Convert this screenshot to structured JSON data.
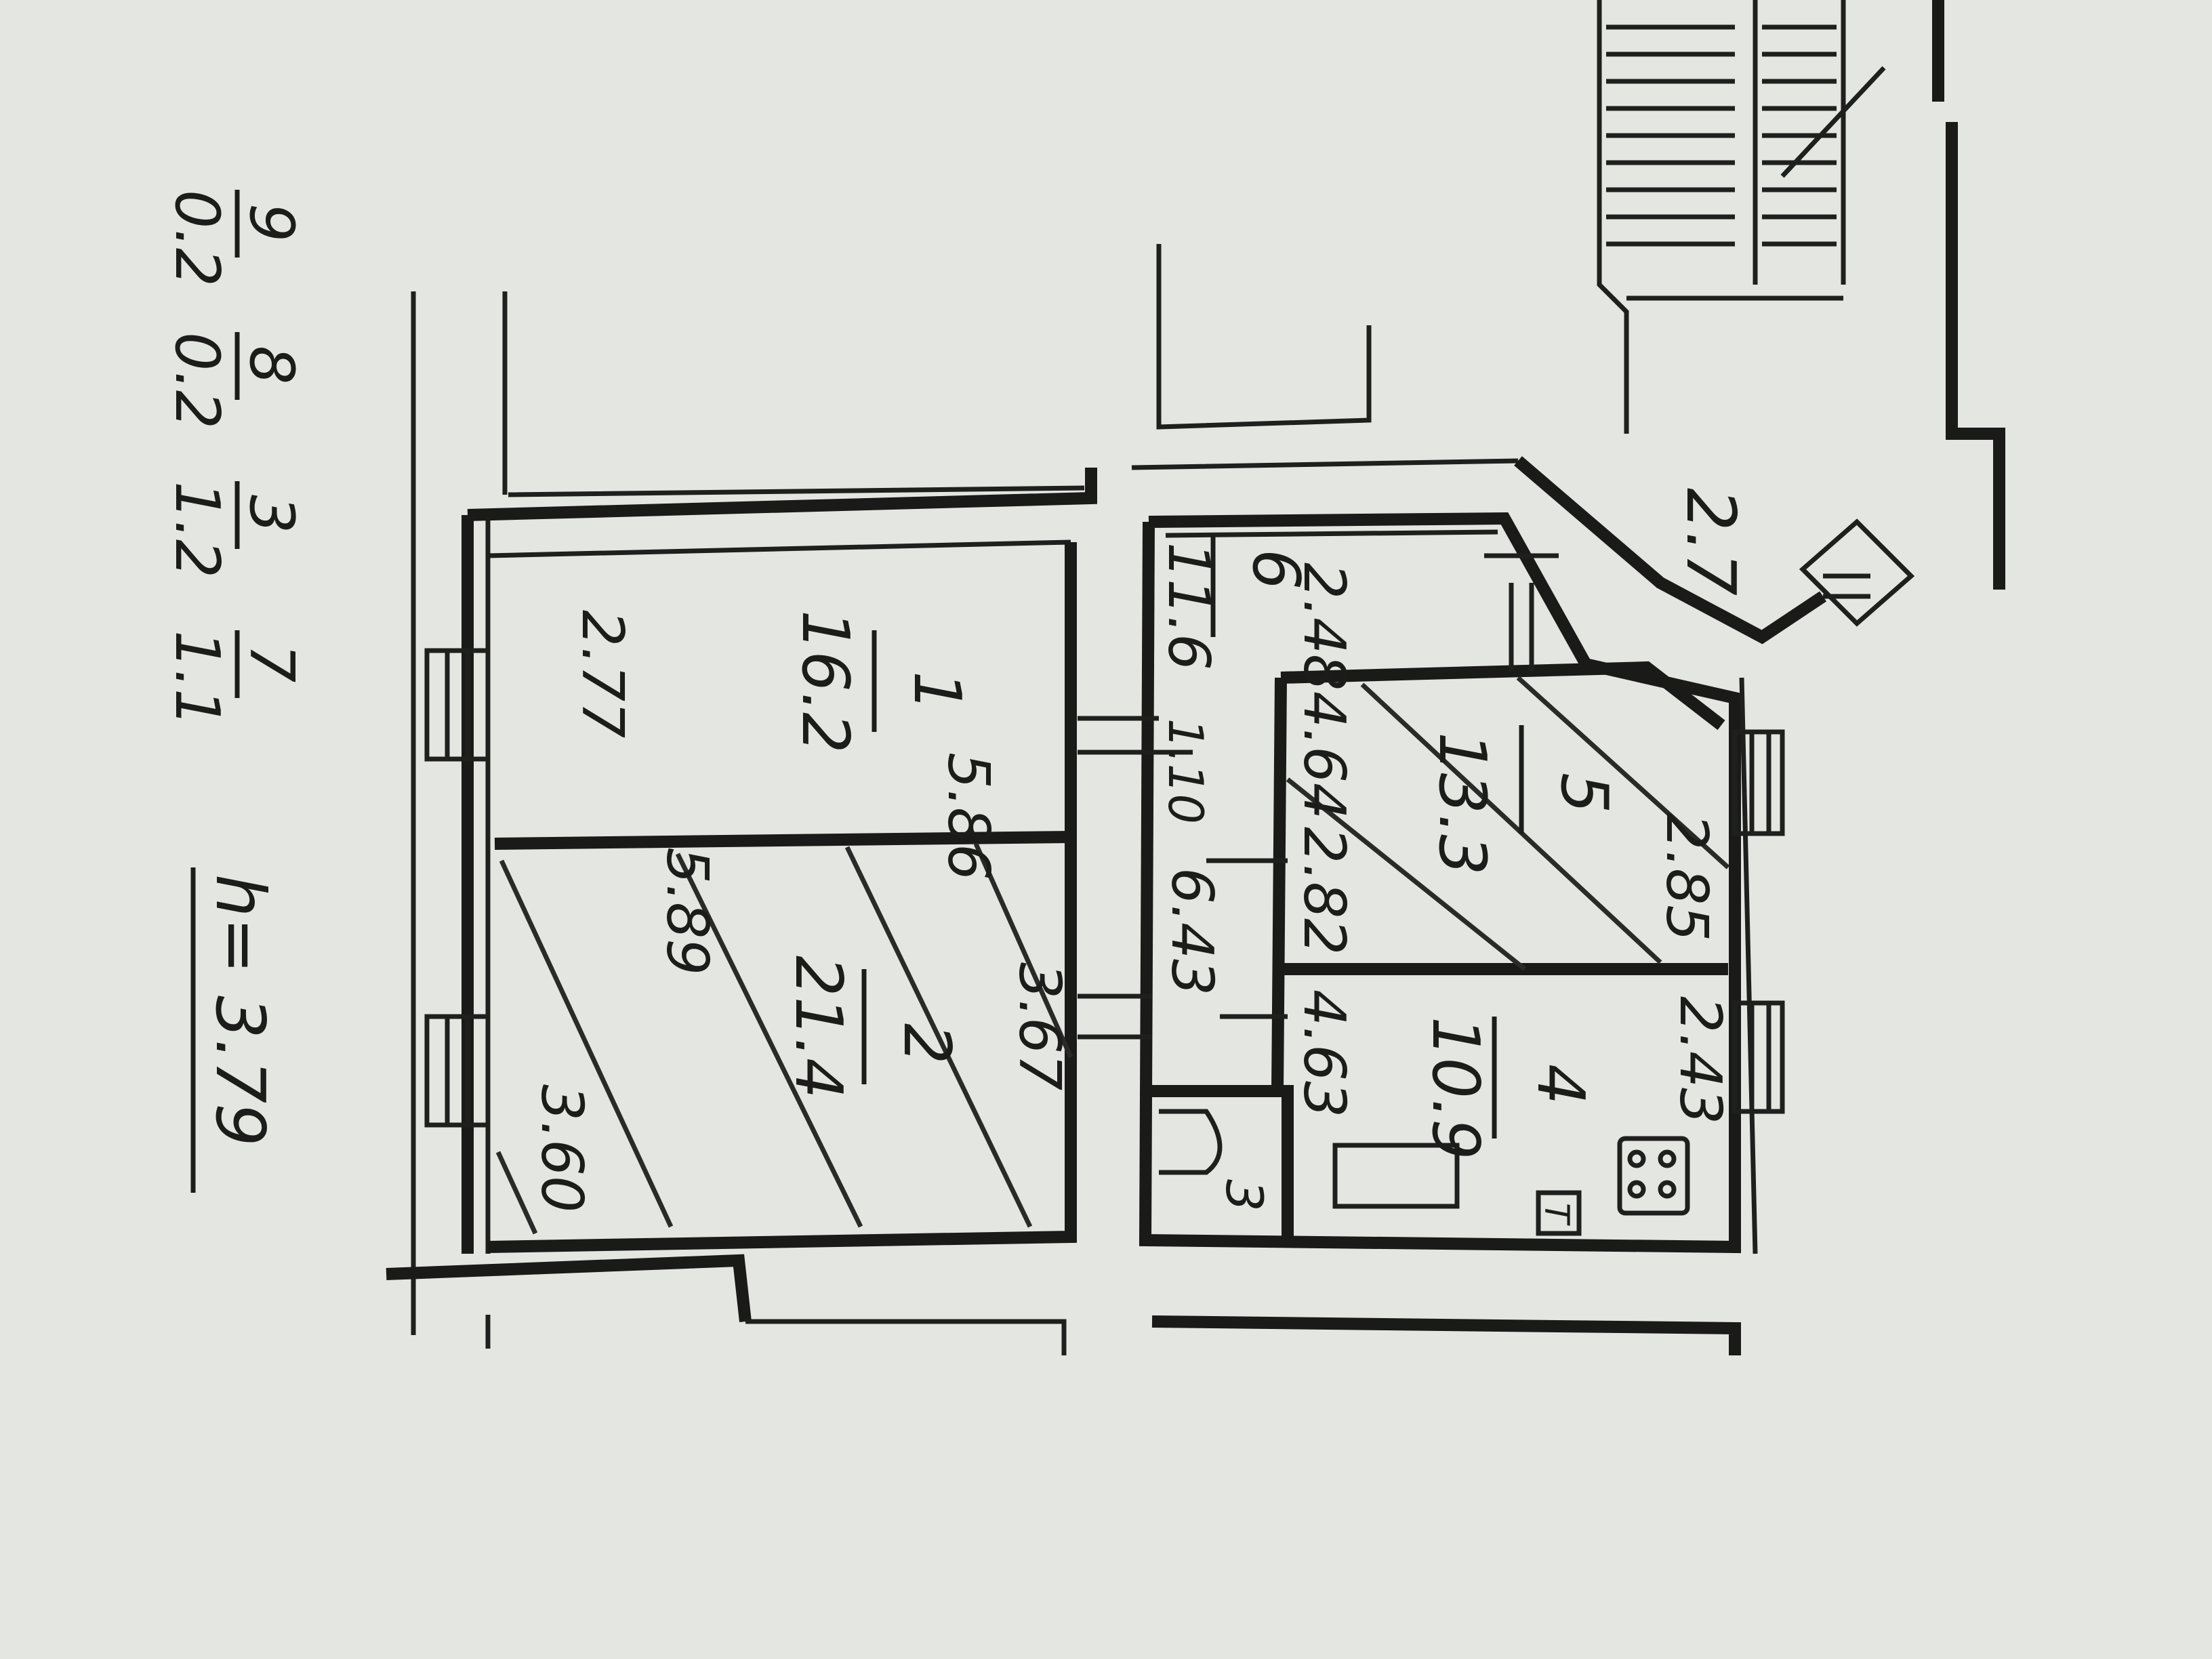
{
  "colors": {
    "paper": "#e4e6e1",
    "ink": "#1c1d1b",
    "shadow": "#c9cdc8"
  },
  "legend": {
    "rows": [
      {
        "number": "9",
        "area": "0.2"
      },
      {
        "number": "8",
        "area": "0.2"
      },
      {
        "number": "3",
        "area": "1.2"
      },
      {
        "number": "7",
        "area": "1.1"
      }
    ],
    "height": "h= 3.79"
  },
  "rooms": {
    "r1": {
      "number": "1",
      "area": "16.2",
      "dim_a": "2.77",
      "dim_b": "5.86"
    },
    "r2": {
      "number": "2",
      "area": "21.4",
      "dim_a": "5.89",
      "dim_b": "3.67",
      "dim_c": "3.60"
    },
    "r3": {
      "number": "3"
    },
    "r4": {
      "number": "4",
      "area": "10.9",
      "dim_a": "4.63",
      "dim_b": "2.43"
    },
    "r5": {
      "number": "5",
      "area": "13.3",
      "dim_a": "4.64",
      "dim_b": "2.82",
      "dim_c": "2.85"
    },
    "r6": {
      "number": "6",
      "area": "11.6",
      "dim_a": "2.48",
      "dim_b": "1.10",
      "dim_c": "6.43"
    }
  },
  "stair": {
    "label": "2.7"
  },
  "stove": {
    "symbol": "T"
  }
}
